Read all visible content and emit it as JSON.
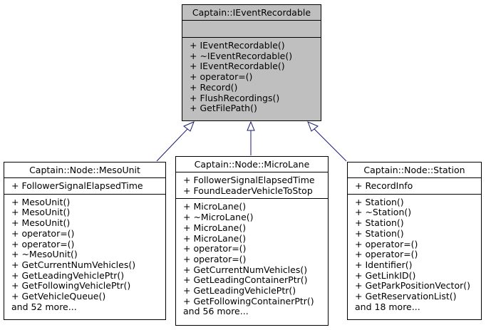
{
  "parent": {
    "name": "Captain::IEventRecordable",
    "attributes": [],
    "methods": [
      "+ IEventRecordable()",
      "+ ~IEventRecordable()",
      "+ IEventRecordable()",
      "+ operator=()",
      "+ Record()",
      "+ FlushRecordings()",
      "+ GetFilePath()"
    ]
  },
  "children": [
    {
      "name": "Captain::Node::MesoUnit",
      "attributes": [
        "+ FollowerSignalElapsedTime"
      ],
      "methods": [
        "+ MesoUnit()",
        "+ MesoUnit()",
        "+ MesoUnit()",
        "+ operator=()",
        "+ operator=()",
        "+ ~MesoUnit()",
        "+ GetCurrentNumVehicles()",
        "+ GetLeadingVehiclePtr()",
        "+ GetFollowingVehiclePtr()",
        "+ GetVehicleQueue()",
        "and 52 more..."
      ]
    },
    {
      "name": "Captain::Node::MicroLane",
      "attributes": [
        "+ FollowerSignalElapsedTime",
        "+ FoundLeaderVehicleToStop"
      ],
      "methods": [
        "+ MicroLane()",
        "+ ~MicroLane()",
        "+ MicroLane()",
        "+ MicroLane()",
        "+ operator=()",
        "+ operator=()",
        "+ GetCurrentNumVehicles()",
        "+ GetLeadingContainerPtr()",
        "+ GetLeadingVehiclePtr()",
        "+ GetFollowingContainerPtr()",
        "and 56 more..."
      ]
    },
    {
      "name": "Captain::Node::Station",
      "attributes": [
        "+ RecordInfo"
      ],
      "methods": [
        "+ Station()",
        "+ ~Station()",
        "+ Station()",
        "+ Station()",
        "+ operator=()",
        "+ operator=()",
        "+ Identifier()",
        "+ GetLinkID()",
        "+ GetParkPositionVector()",
        "+ GetReservationList()",
        "and 18 more..."
      ]
    }
  ],
  "colors": {
    "parent_fill": "#bfbfbf",
    "edge": "#191970",
    "border": "#000000"
  }
}
